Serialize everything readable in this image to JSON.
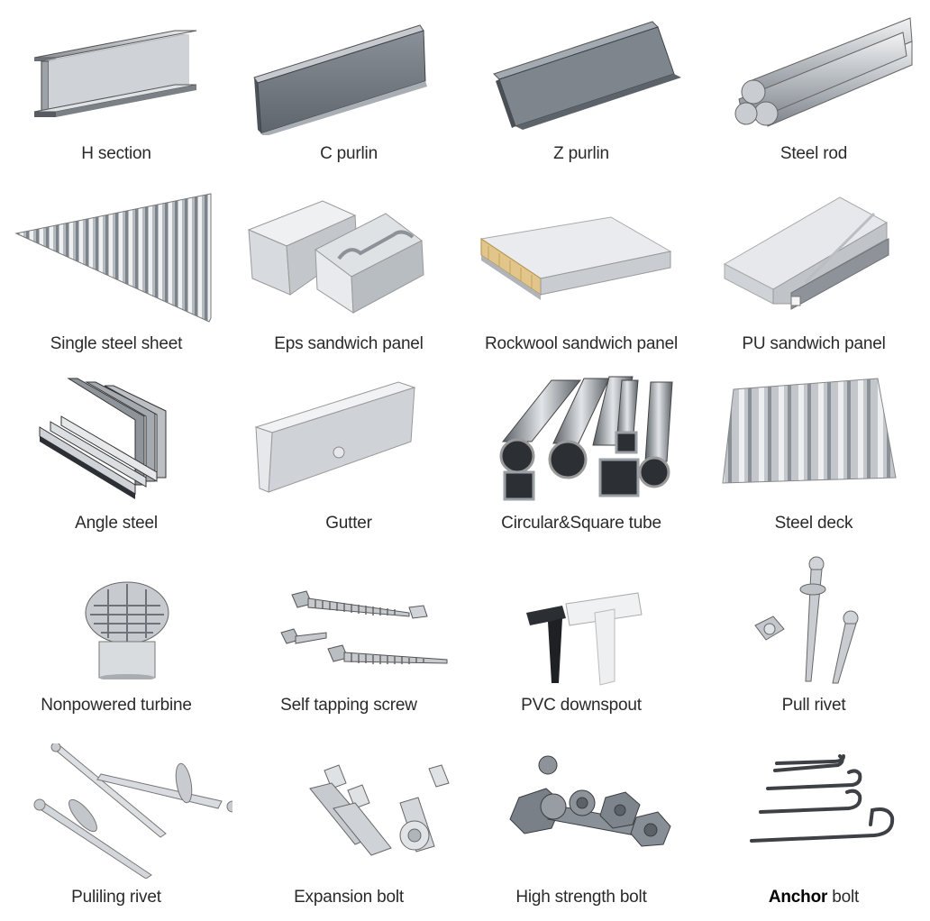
{
  "rows": [
    {
      "items": [
        {
          "label": "H section",
          "icon": "h-section-icon"
        },
        {
          "label": "C purlin",
          "icon": "c-purlin-icon"
        },
        {
          "label": "Z purlin",
          "icon": "z-purlin-icon"
        },
        {
          "label": "Steel rod",
          "icon": "steel-rod-icon"
        }
      ]
    },
    {
      "items": [
        {
          "label": "Single steel sheet",
          "icon": "steel-sheet-icon"
        },
        {
          "label": "Eps sandwich panel",
          "icon": "eps-panel-icon"
        },
        {
          "label": "Rockwool sandwich panel",
          "icon": "rockwool-panel-icon"
        },
        {
          "label": "PU sandwich panel",
          "icon": "pu-panel-icon"
        }
      ]
    },
    {
      "items": [
        {
          "label": "Angle steel",
          "icon": "angle-steel-icon"
        },
        {
          "label": "Gutter",
          "icon": "gutter-icon"
        },
        {
          "label": "Circular&Square tube",
          "icon": "tube-icon"
        },
        {
          "label": "Steel deck",
          "icon": "steel-deck-icon"
        }
      ]
    },
    {
      "items": [
        {
          "label": "Nonpowered turbine",
          "icon": "turbine-icon"
        },
        {
          "label": "Self tapping screw",
          "icon": "screw-icon"
        },
        {
          "label": "PVC downspout",
          "icon": "downspout-icon"
        },
        {
          "label": "Pull rivet",
          "icon": "pull-rivet-icon"
        }
      ]
    },
    {
      "items": [
        {
          "label": "Puliling rivet",
          "icon": "rivet-icon"
        },
        {
          "label": "Expansion bolt",
          "icon": "expansion-bolt-icon"
        },
        {
          "label": "High strength bolt",
          "icon": "hex-bolt-icon"
        },
        {
          "label_bold": "Anchor",
          "label_rest": " bolt",
          "icon": "anchor-bolt-icon"
        }
      ]
    }
  ],
  "colors": {
    "steel_light": "#d9dce0",
    "steel_mid": "#a9aeb4",
    "steel_dark": "#6e747b",
    "label": "#2a2a2a"
  }
}
